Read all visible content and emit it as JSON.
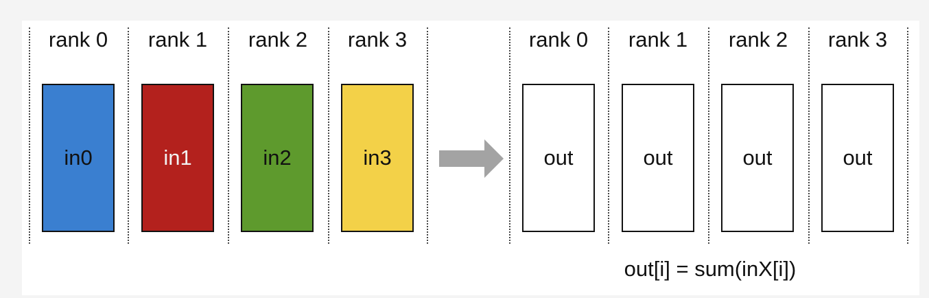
{
  "before": {
    "ranks": [
      "rank 0",
      "rank 1",
      "rank 2",
      "rank 3"
    ],
    "buffers": [
      {
        "label": "in0",
        "color": "#3a7fd0",
        "text_color": "#111111"
      },
      {
        "label": "in1",
        "color": "#b3211d",
        "text_color": "#f2f2f2"
      },
      {
        "label": "in2",
        "color": "#5e9a2d",
        "text_color": "#111111"
      },
      {
        "label": "in3",
        "color": "#f3d148",
        "text_color": "#111111"
      }
    ]
  },
  "arrow": {
    "color": "#a3a3a3",
    "icon": "right-arrow-icon"
  },
  "after": {
    "ranks": [
      "rank 0",
      "rank 1",
      "rank 2",
      "rank 3"
    ],
    "buffers": [
      {
        "label": "out",
        "color": "#ffffff",
        "text_color": "#111111"
      },
      {
        "label": "out",
        "color": "#ffffff",
        "text_color": "#111111"
      },
      {
        "label": "out",
        "color": "#ffffff",
        "text_color": "#111111"
      },
      {
        "label": "out",
        "color": "#ffffff",
        "text_color": "#111111"
      }
    ]
  },
  "formula": "out[i] = sum(inX[i])"
}
